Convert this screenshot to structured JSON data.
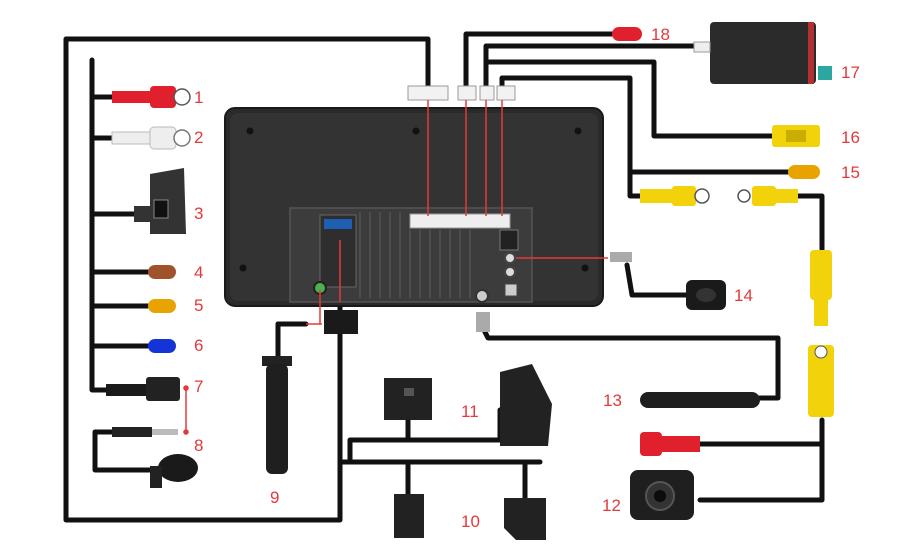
{
  "colors": {
    "cable": "#111111",
    "callout": "#e23a3a",
    "rca_red": "#e0202c",
    "rca_white": "#eeeeee",
    "rca_yellow": "#f2d20a",
    "brown": "#a0522d",
    "amber": "#e8a300",
    "blue": "#1534d8",
    "unit_body": "#2a2a2a",
    "teal": "#2aa7a0"
  },
  "callouts": [
    {
      "id": "1",
      "label": "1",
      "item": "red-rca-connector"
    },
    {
      "id": "2",
      "label": "2",
      "item": "white-rca-connector"
    },
    {
      "id": "3",
      "label": "3",
      "item": "sim-card-slot"
    },
    {
      "id": "4",
      "label": "4",
      "item": "brown-wire-cap"
    },
    {
      "id": "5",
      "label": "5",
      "item": "amber-wire-cap"
    },
    {
      "id": "6",
      "label": "6",
      "item": "blue-wire-cap"
    },
    {
      "id": "7",
      "label": "7",
      "item": "usb-extension-socket"
    },
    {
      "id": "8",
      "label": "8",
      "item": "microphone"
    },
    {
      "id": "9",
      "label": "9",
      "item": "radio-antenna-stick"
    },
    {
      "id": "10",
      "label": "10",
      "item": "power-harness-plugs"
    },
    {
      "id": "11",
      "label": "11",
      "item": "speaker-harness-plugs"
    },
    {
      "id": "12",
      "label": "12",
      "item": "backup-camera"
    },
    {
      "id": "13",
      "label": "13",
      "item": "4g-antenna"
    },
    {
      "id": "14",
      "label": "14",
      "item": "gps-antenna"
    },
    {
      "id": "15",
      "label": "15",
      "item": "amber-wire-cap-15"
    },
    {
      "id": "16",
      "label": "16",
      "item": "yellow-usb-socket"
    },
    {
      "id": "17",
      "label": "17",
      "item": "decoder-box"
    },
    {
      "id": "18",
      "label": "18",
      "item": "red-wire-cap-18"
    }
  ]
}
